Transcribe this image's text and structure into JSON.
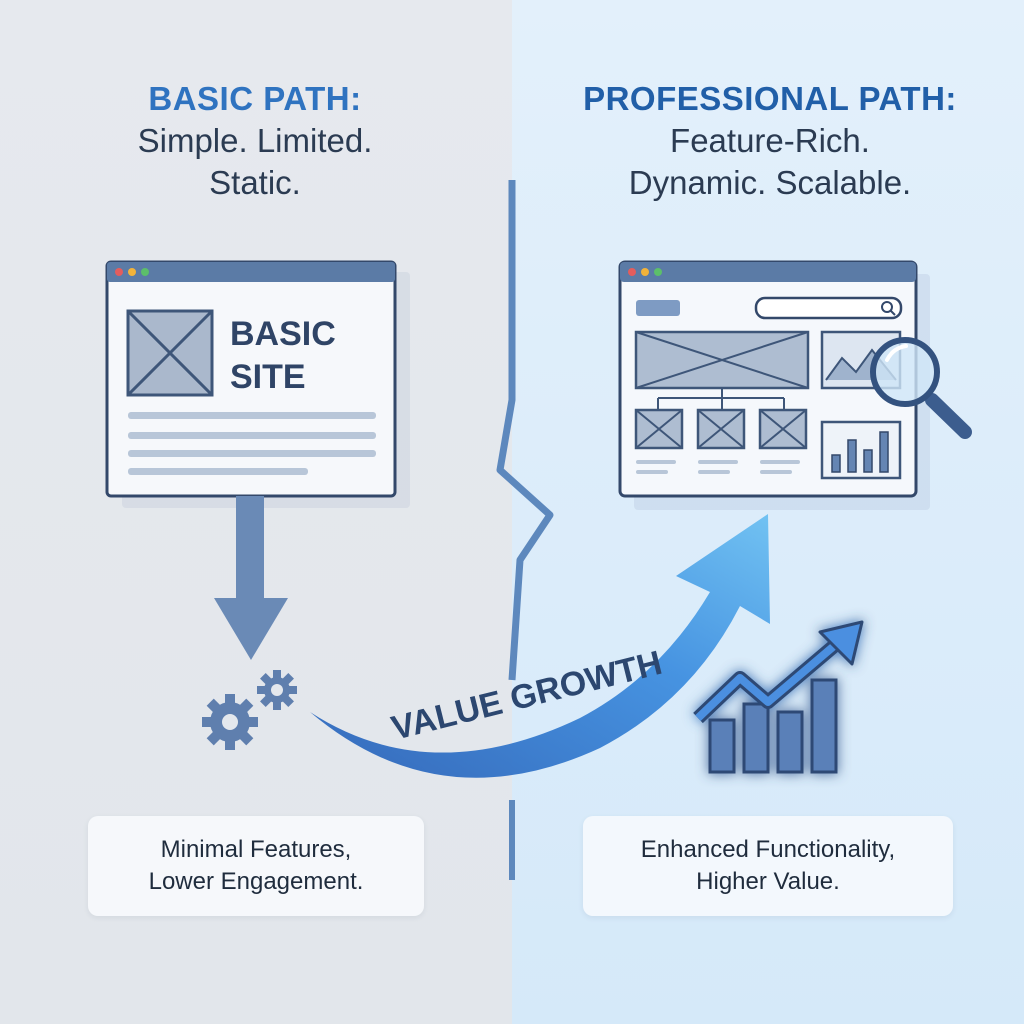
{
  "left": {
    "heading_accent": "BASIC PATH:",
    "heading_line1": "Simple. Limited.",
    "heading_line2": "Static.",
    "site_label_line1": "BASIC",
    "site_label_line2": "SITE",
    "caption_line1": "Minimal Features,",
    "caption_line2": "Lower Engagement."
  },
  "right": {
    "heading_accent": "PROFESSIONAL PATH:",
    "heading_line1": "Feature-Rich.",
    "heading_line2": "Dynamic. Scalable.",
    "caption_line1": "Enhanced Functionality,",
    "caption_line2": "Higher Value."
  },
  "arrow_label": "VALUE GROWTH",
  "icons": [
    "browser-window-icon",
    "image-placeholder-icon",
    "down-arrow-icon",
    "gear-icon",
    "search-icon",
    "magnifier-icon",
    "line-chart-icon",
    "bar-chart-icon",
    "sitemap-icon",
    "growth-chart-icon",
    "growth-arrow-icon"
  ],
  "colors": {
    "accent_left": "#2f73c0",
    "accent_right": "#215fa8",
    "ink": "#2f4466",
    "arrow_blue": "#3f8fe0",
    "left_bg": "#e6e9ee",
    "right_bg": "#dcecf9"
  }
}
